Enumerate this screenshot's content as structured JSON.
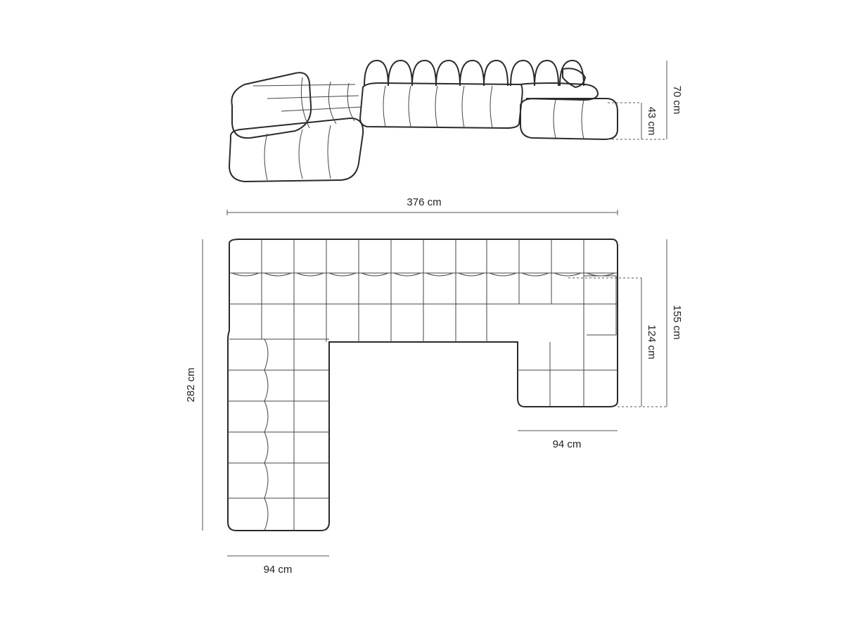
{
  "dimensions": {
    "total_width": "376 cm",
    "total_depth": "282 cm",
    "chaise_depth": "155 cm",
    "chaise_seat_depth": "124 cm",
    "chaise_width": "94 cm",
    "arm_section_width": "94 cm",
    "back_height": "70 cm",
    "seat_height": "43 cm"
  },
  "colors": {
    "line": "#2a2a2a",
    "background": "#ffffff"
  }
}
